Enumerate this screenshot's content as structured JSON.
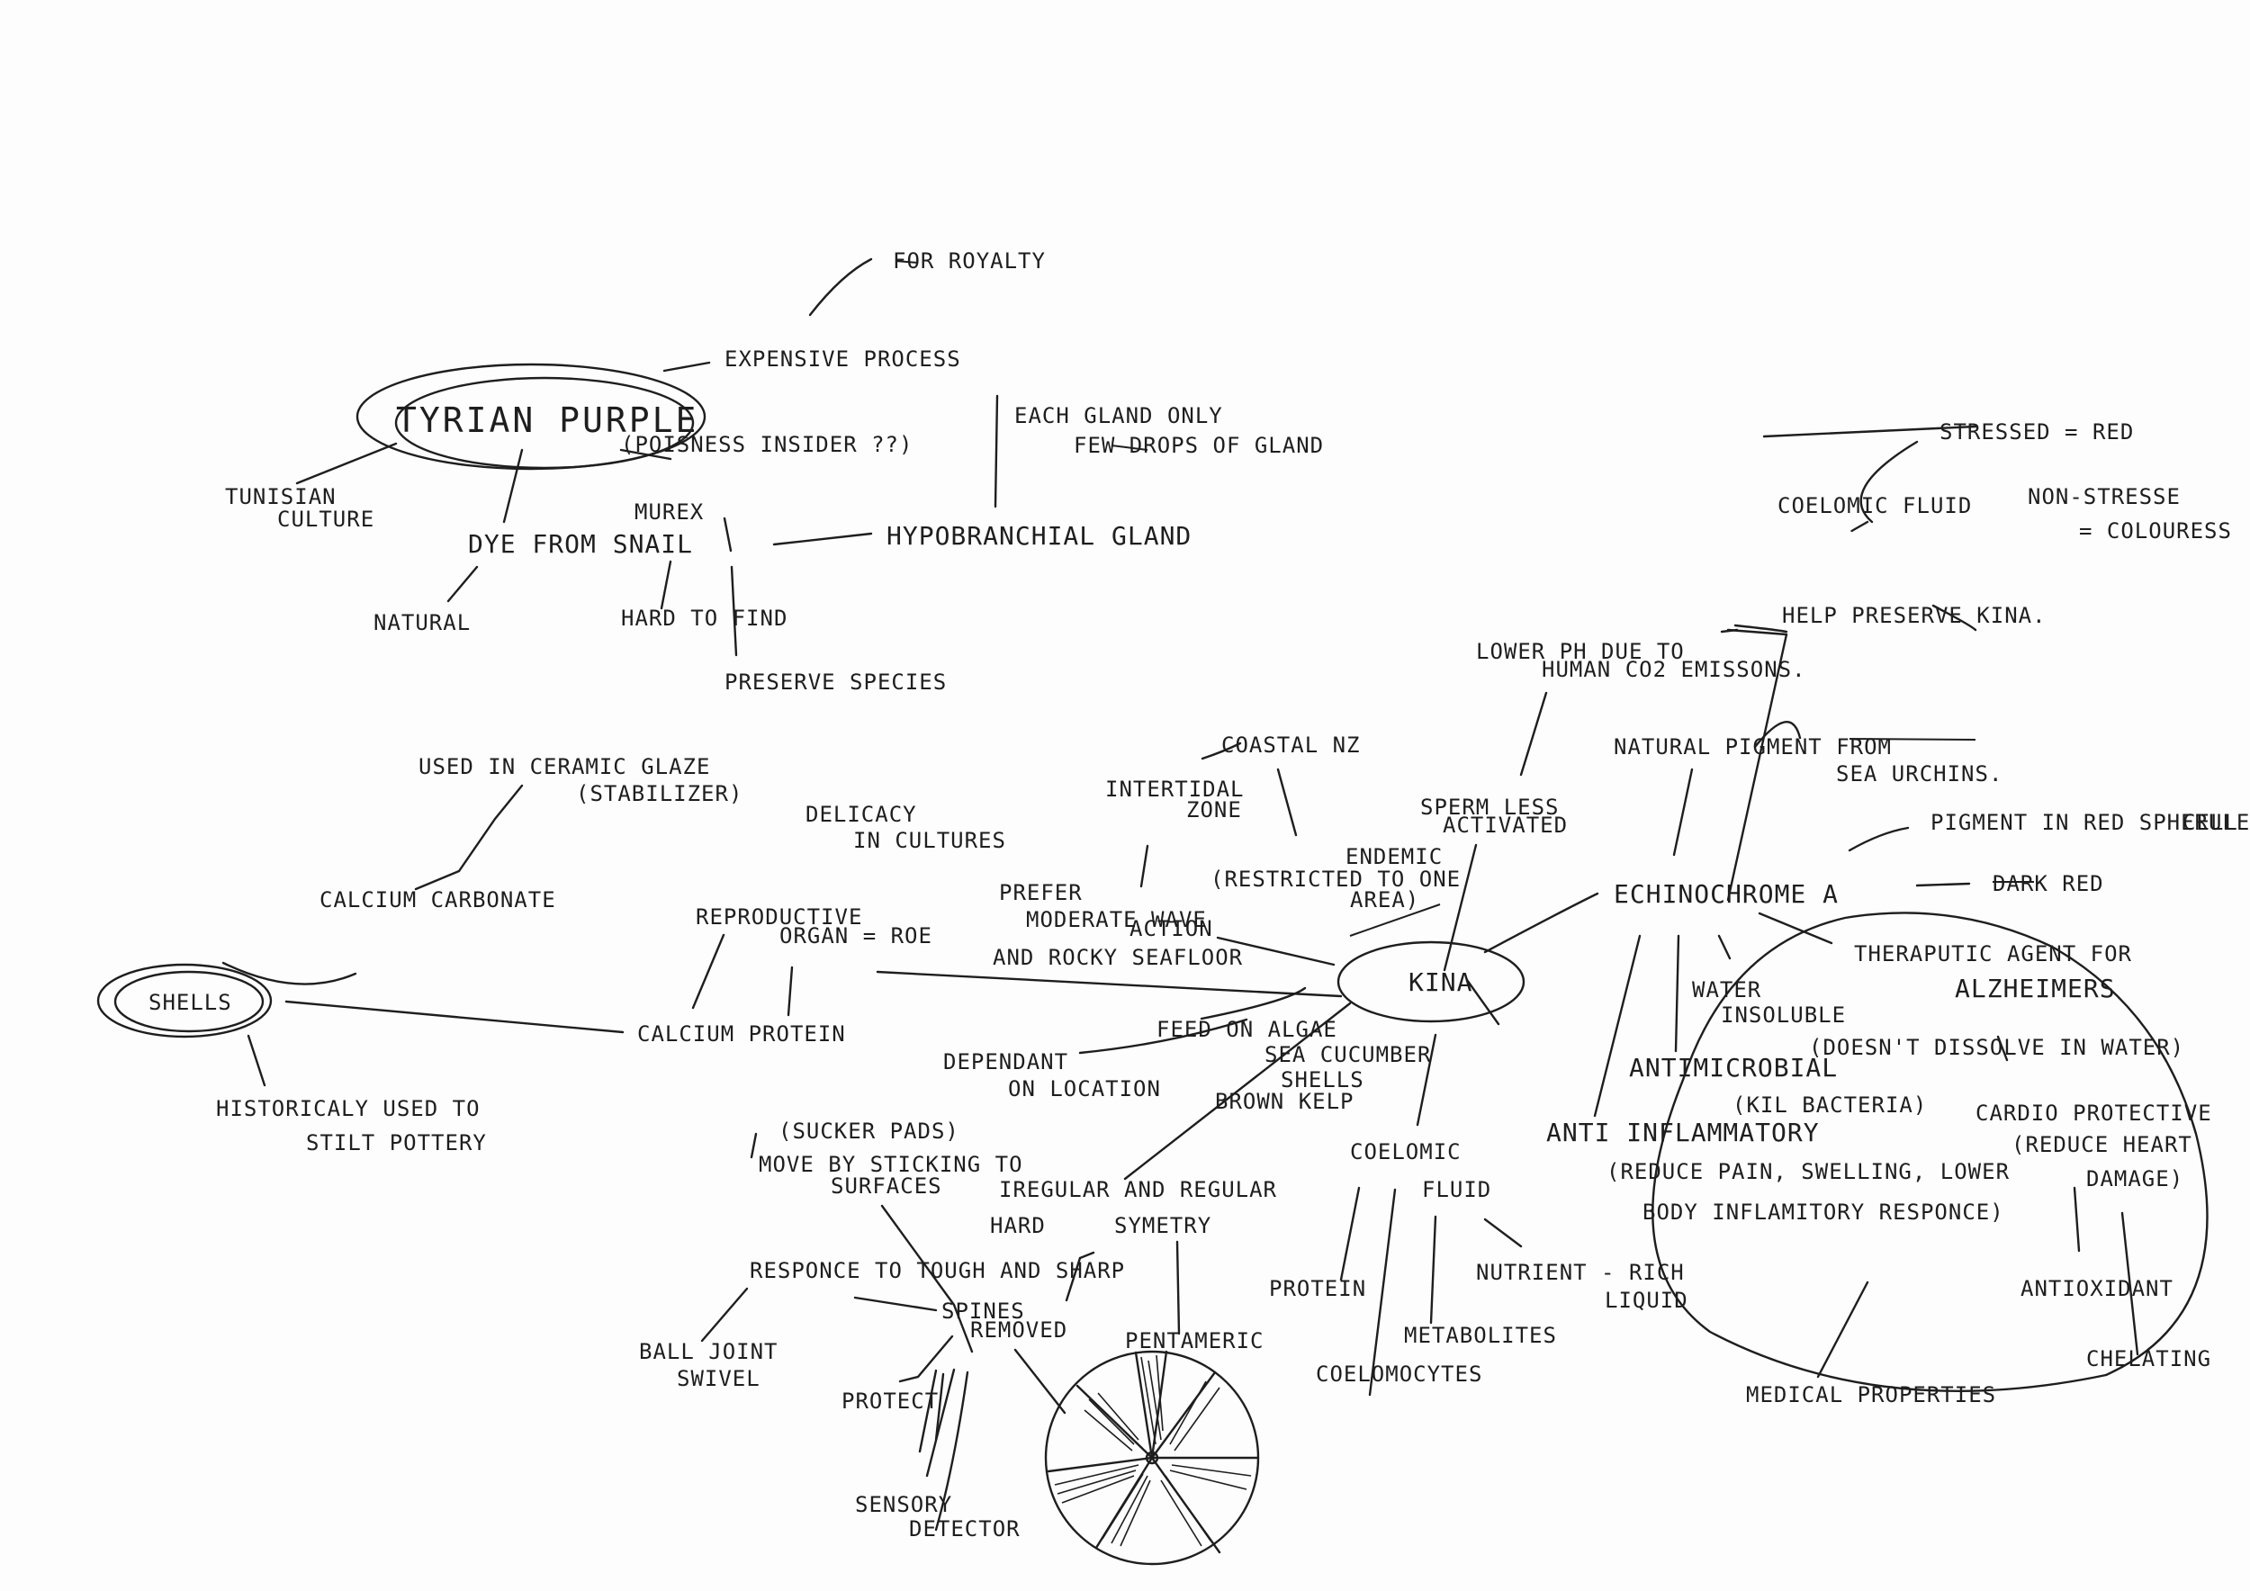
{
  "mind_map": {
    "tyrian": {
      "title": "TYRIAN PURPLE",
      "expensive": "EXPENSIVE PROCESS",
      "royalty": "FOR ROYALTY",
      "poison": "(POISNESS INSIDER ??)",
      "tunisian_1": "TUNISIAN",
      "tunisian_2": "CULTURE",
      "murex": "MUREX",
      "dye": "DYE FROM SNAIL",
      "natural": "NATURAL",
      "hard_to_find": "HARD TO FIND",
      "preserve_species": "PRESERVE SPECIES",
      "hypobranchial": "HYPOBRANCHIAL GLAND",
      "gland_1": "EACH GLAND ONLY",
      "gland_2": "FEW DROPS OF GLAND"
    },
    "coelomic_top": {
      "stressed": "STRESSED = RED",
      "fluid": "COELOMIC FLUID",
      "non_stressed_1": "NON-STRESSE",
      "non_stressed_2": "= COLOURESS"
    },
    "lower_ph": {
      "line_1": "LOWER PH DUE TO",
      "line_2": "HUMAN CO2 EMISSONS.",
      "help": "HELP PRESERVE KINA."
    },
    "natural_pigment": {
      "line_1": "NATURAL PIGMENT FROM",
      "line_2": "SEA URCHINS."
    },
    "shells": {
      "title": "SHELLS",
      "ceramic_1": "USED IN CERAMIC GLAZE",
      "ceramic_2": "(STABILIZER)",
      "calcium_carbonate": "CALCIUM CARBONATE",
      "historically_1": "HISTORICALY USED TO",
      "historically_2": "STILT POTTERY",
      "calcium_protein": "CALCIUM PROTEIN"
    },
    "kina": {
      "title": "KINA",
      "delicacy_1": "DELICACY",
      "delicacy_2": "IN CULTURES",
      "repro_1": "REPRODUCTIVE",
      "repro_2": "ORGAN = ROE",
      "coastal": "COASTAL NZ",
      "intertidal_1": "INTERTIDAL",
      "intertidal_2": "ZONE",
      "prefer": "PREFER",
      "moderate_1": "MODERATE WAVE",
      "moderate_2": "ACTION",
      "rocky": "AND ROCKY SEAFLOOR",
      "endemic_1": "ENDEMIC",
      "endemic_2": "(RESTRICTED TO ONE",
      "endemic_3": "AREA)",
      "sperm_1": "SPERM LESS",
      "sperm_2": "ACTIVATED",
      "feed": "FEED ON ALGAE",
      "dependant_1": "DEPENDANT",
      "dependant_2": "ON LOCATION",
      "sea_cucumber": "SEA CUCUMBER",
      "shells_word": "SHELLS",
      "brown_kelp": "BROWN KELP"
    },
    "echinochrome": {
      "title": "ECHINOCHROME A",
      "pigment_1": "PIGMENT IN RED SPHERULE",
      "pigment_2": "CELL",
      "dark_red": "DARK RED"
    },
    "medical": {
      "therapeutic_1": "THERAPUTIC AGENT FOR",
      "therapeutic_2": "ALZHEIMERS",
      "water_1": "WATER",
      "water_2": "INSOLUBLE",
      "water_3": "(DOESN'T DISSOLVE IN WATER)",
      "antimicrobial": "ANTIMICROBIAL",
      "kill": "(KIL BACTERIA)",
      "cardio_1": "CARDIO PROTECTIVE",
      "cardio_2": "(REDUCE HEART",
      "cardio_3": "DAMAGE)",
      "anti_inflam": "ANTI INFLAMMATORY",
      "reduce_1": "(REDUCE PAIN, SWELLING, LOWER",
      "reduce_2": "BODY INFLAMITORY RESPONCE)",
      "antioxidant": "ANTIOXIDANT",
      "chelating": "CHELATING",
      "medical_props": "MEDICAL PROPERTIES"
    },
    "coelomic_bottom": {
      "line_1": "COELOMIC",
      "line_2": "FLUID",
      "protein": "PROTEIN",
      "coelomocytes": "COELOMOCYTES",
      "metabolites": "METABOLITES",
      "nutrient_1": "NUTRIENT - RICH",
      "nutrient_2": "LIQUID"
    },
    "spines": {
      "sucker": "(SUCKER PADS)",
      "move_1": "MOVE BY STICKING TO",
      "move_2": "SURFACES",
      "irregular_1": "IREGULAR AND REGULAR",
      "irregular_2": "SYMETRY",
      "hard": "HARD",
      "responce": "RESPONCE TO TOUGH AND SHARP",
      "ball_1": "BALL JOINT",
      "ball_2": "SWIVEL",
      "spines": "SPINES",
      "removed": "REMOVED",
      "pentameric": "PENTAMERIC",
      "protect": "PROTECT",
      "sensory_1": "SENSORY",
      "sensory_2": "DETECTOR"
    }
  },
  "colors": {
    "ink": "#1e1e1e",
    "paper": "#fdfdfd",
    "accent_mark": "#8a3a8a"
  }
}
